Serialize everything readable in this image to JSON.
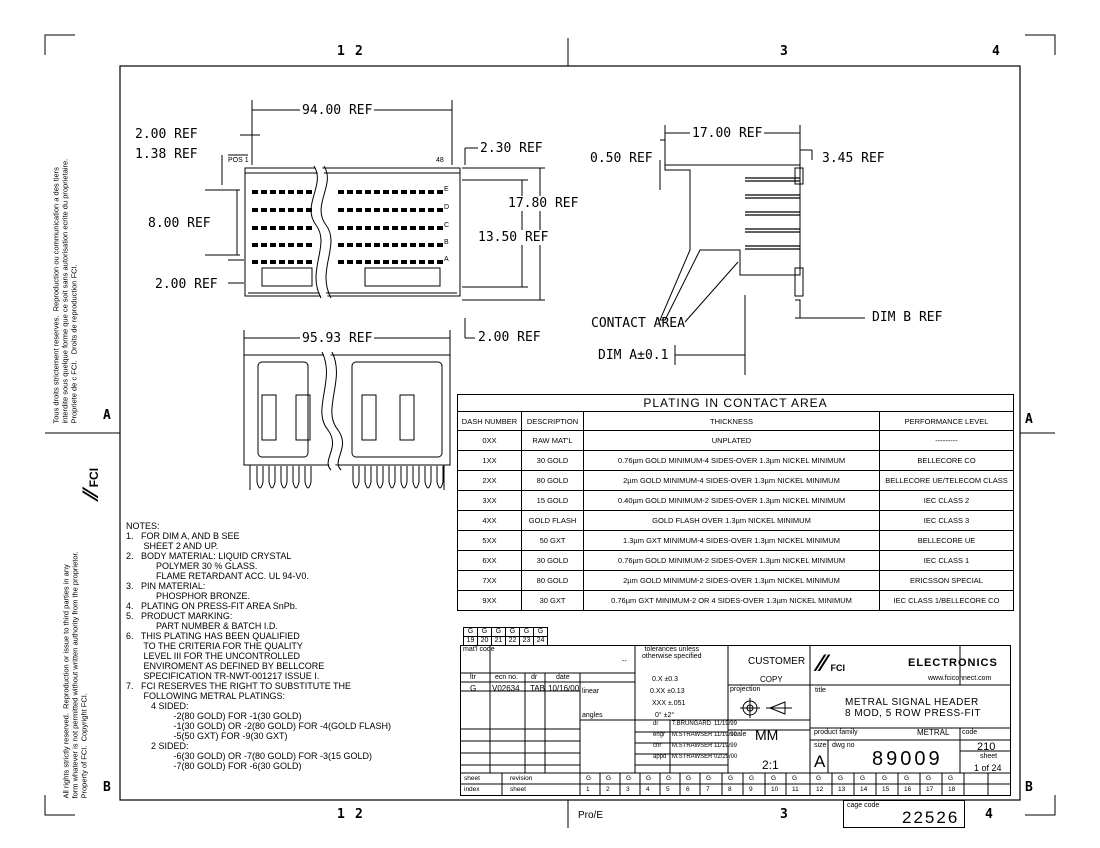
{
  "zones": {
    "top": [
      "1",
      "2",
      "3",
      "4"
    ],
    "bottom": [
      "1",
      "2",
      "3",
      "4"
    ],
    "left": [
      "A",
      "B"
    ],
    "right": [
      "A",
      "B"
    ]
  },
  "side_text": {
    "upper": "Tous droits strictement reserves.  Reproduction ou communication a des tiers\ninterdite sous quelque forme que ce soit sans autorisation ecrite du proprietaire.\nPropriete de c FCI.   Droits de reproduction FCI.",
    "lower": "All rights strictly reserved.  Reproduction or issue to third parties in any\nform whatever is not permitted without written authority from the proprietor.\nProperty of FCI.  Copyright FCI.",
    "logo": "FCI"
  },
  "front_view": {
    "dims": [
      "94.00 REF",
      "2.00 REF",
      "1.38 REF",
      "2.30 REF",
      "17.80 REF",
      "13.50 REF",
      "8.00 REF",
      "2.00 REF",
      "2.00 REF"
    ],
    "pos_start": "POS 1",
    "pos_end": "48",
    "rows": [
      "E",
      "D",
      "C",
      "B",
      "A"
    ]
  },
  "bottom_view": {
    "dim": "95.93 REF"
  },
  "side_view": {
    "dims": [
      "17.00 REF",
      "0.50 REF",
      "3.45 REF"
    ],
    "contact_area": "CONTACT AREA",
    "dim_b": "DIM B REF",
    "dim_a": "DIM A±0.1"
  },
  "notes": {
    "title": "NOTES:",
    "body": "1.   FOR DIM A, AND B SEE\n       SHEET 2 AND UP.\n2.   BODY MATERIAL: LIQUID CRYSTAL\n            POLYMER 30 % GLASS.\n            FLAME RETARDANT ACC. UL 94-V0.\n3.   PIN MATERIAL:\n            PHOSPHOR BRONZE.\n4.   PLATING ON PRESS-FIT AREA SnPb.\n5.   PRODUCT MARKING:\n            PART NUMBER & BATCH I.D.\n6.   THIS PLATING HAS BEEN QUALIFIED\n       TO THE CRITERIA FOR THE QUALITY\n       LEVEL III FOR THE UNCONTROLLED\n       ENVIROMENT AS DEFINED BY BELLCORE\n       SPECIFICATION TR-NWT-001217 ISSUE I.\n7.   FCI RESERVES THE RIGHT TO SUBSTITUTE THE\n       FOLLOWING METRAL PLATINGS:\n          4 SIDED:\n                   -2(80 GOLD) FOR -1(30 GOLD)\n                   -1(30 GOLD) OR -2(80 GOLD) FOR -4(GOLD FLASH)\n                   -5(50 GXT) FOR -9(30 GXT)\n          2 SIDED:\n                   -6(30 GOLD) OR -7(80 GOLD) FOR -3(15 GOLD)\n                   -7(80 GOLD) FOR -6(30 GOLD)"
  },
  "plating_table": {
    "title": "PLATING IN CONTACT AREA",
    "headers": [
      "DASH NUMBER",
      "DESCRIPTION",
      "THICKNESS",
      "PERFORMANCE LEVEL"
    ],
    "rows": [
      [
        "0XX",
        "RAW MAT'L",
        "UNPLATED",
        "---------"
      ],
      [
        "1XX",
        "30 GOLD",
        "0.76µm GOLD MINIMUM-4 SIDES-OVER 1.3µm NICKEL MINIMUM",
        "BELLECORE CO"
      ],
      [
        "2XX",
        "80 GOLD",
        "2µm GOLD MINIMUM-4 SIDES-OVER 1.3µm NICKEL MINIMUM",
        "BELLECORE UE/TELECOM CLASS"
      ],
      [
        "3XX",
        "15 GOLD",
        "0.40µm GOLD MINIMUM-2 SIDES-OVER 1.3µm NICKEL MINIMUM",
        "IEC CLASS 2"
      ],
      [
        "4XX",
        "GOLD FLASH",
        "GOLD FLASH OVER 1.3µm NICKEL MINIMUM",
        "IEC CLASS 3"
      ],
      [
        "5XX",
        "50 GXT",
        "1.3µm GXT MINIMUM-4 SIDES-OVER 1.3µm NICKEL MINIMUM",
        "BELLECORE UE"
      ],
      [
        "6XX",
        "30 GOLD",
        "0.76µm GOLD MINIMUM-2 SIDES-OVER 1.3µm NICKEL MINIMUM",
        "IEC CLASS 1"
      ],
      [
        "7XX",
        "80 GOLD",
        "2µm GOLD MINIMUM-2 SIDES-OVER 1.3µm NICKEL MINIMUM",
        "ERICSSON SPECIAL"
      ],
      [
        "9XX",
        "30 GXT",
        "0.76µm GXT MINIMUM-2 OR 4 SIDES-OVER 1.3µm NICKEL MINIMUM",
        "IEC CLASS 1/BELLECORE CO"
      ]
    ]
  },
  "revision_strip": {
    "letters": [
      "G",
      "G",
      "G",
      "G",
      "G",
      "G"
    ],
    "sheets": [
      "19",
      "20",
      "21",
      "22",
      "23",
      "24"
    ]
  },
  "title_block": {
    "matl_code": "mat'l code",
    "matl_value": "--",
    "ltr": "ltr",
    "ecn_no": "ecn no.",
    "dr": "dr",
    "date": "date",
    "rev_ltr": "G",
    "rev_ecn": "V02634",
    "rev_dr": "TAB",
    "rev_date": "10/16/00",
    "tolerances": "tolerances unless\notherwise specified",
    "linear": "linear",
    "angles": "angles",
    "tol_x": "0.X ±0.3",
    "tol_xx": "0.XX ±0.13",
    "tol_xxx": "XXX ±.051",
    "tol_ang": "0° ±2°",
    "sign_rows": [
      [
        "dr",
        "T.BRUNGARD",
        "11/19/99"
      ],
      [
        "engr",
        "M.STRAWSER",
        "11/19/99"
      ],
      [
        "chr",
        "M.STRAWSER",
        "11/19/99"
      ],
      [
        "appd",
        "M.STRAWSER",
        "02/29/00"
      ]
    ],
    "customer": "CUSTOMER",
    "copy": "COPY",
    "projection": "projection",
    "units": "MM",
    "scale_label": "scale",
    "scale": "2:1",
    "company": "ELECTRONICS",
    "logo": "FCI",
    "website": "www.fciconnect.com",
    "title_label": "title",
    "title_1": "METRAL SIGNAL HEADER",
    "title_2": "8 MOD, 5 ROW PRESS-FIT",
    "product_family_label": "product family",
    "product_family": "METRAL",
    "code_label": "code",
    "code": "210",
    "size_label": "size",
    "size": "A",
    "dwg_label": "dwg no",
    "dwg_no": "89009",
    "sheet_label": "sheet",
    "sheet": "1 of 24",
    "cage_label": "cage code",
    "cage_code": "22526",
    "sheet_row": [
      "sheet",
      "revision",
      "G",
      "G",
      "G",
      "G",
      "G",
      "G",
      "G",
      "G",
      "G",
      "G",
      "G",
      "G",
      "G",
      "G",
      "G",
      "G",
      "G",
      "G"
    ],
    "index_row": [
      "index",
      "sheet",
      "1",
      "2",
      "3",
      "4",
      "5",
      "6",
      "7",
      "8",
      "9",
      "10",
      "11",
      "12",
      "13",
      "14",
      "15",
      "16",
      "17",
      "18"
    ],
    "software": "Pro/E"
  }
}
